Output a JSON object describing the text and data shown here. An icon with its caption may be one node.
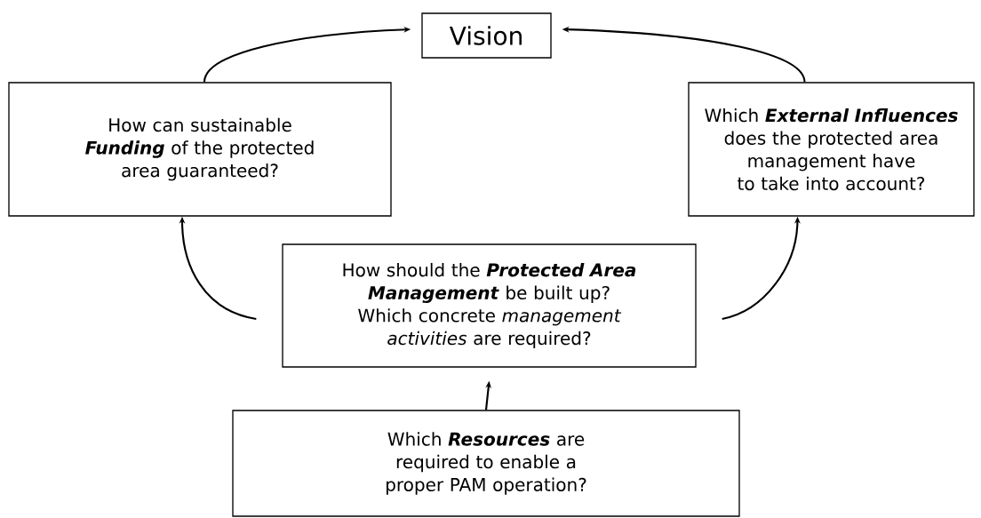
{
  "diagram": {
    "nodes": [
      {
        "text": [
          "Vision"
        ]
      },
      {
        "text": [
          "How can sustainable **Funding** of the protected area guaranteed?"
        ]
      },
      {
        "text": [
          "Which **External Influences** does the protected area management have to take into account?"
        ]
      },
      {
        "text": [
          "How should the **Protected Area Management** be built up? Which concrete *management activities* are required?"
        ]
      },
      {
        "text": [
          "Which **Resources** are required to enable a proper PAM operation?"
        ]
      }
    ],
    "edges": [
      {
        "from": 1,
        "to": 0,
        "arrow": "to"
      },
      {
        "from": 2,
        "to": 0,
        "arrow": "to"
      },
      {
        "from": 3,
        "to": 1,
        "arrow": "to"
      },
      {
        "from": 3,
        "to": 2,
        "arrow": "to"
      },
      {
        "from": 4,
        "to": 3,
        "arrow": "to"
      }
    ]
  }
}
